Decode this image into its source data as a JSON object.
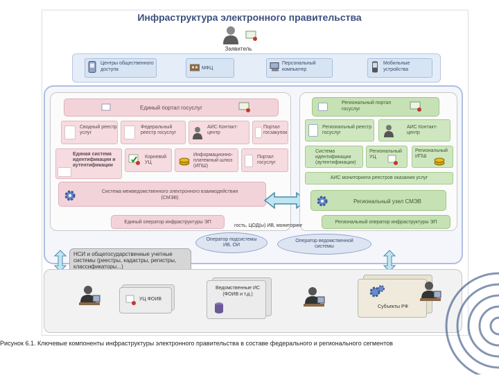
{
  "title": "Инфраструктура электронного правительства",
  "applicant": "Заявитель",
  "access_points": [
    {
      "label": "Центры общественного доступа",
      "icon": "phone-booth-icon"
    },
    {
      "label": "МФЦ",
      "icon": "building-icon"
    },
    {
      "label": "Персональный компьютер",
      "icon": "computer-icon"
    },
    {
      "label": "Мобильные устройства",
      "icon": "mobile-phone-icon"
    }
  ],
  "federal": {
    "portal": "Единый портал госуслуг",
    "boxes_row1": [
      "Сводный реестр услуг",
      "Федеральный реестр госуслуг",
      "АИС Контакт-центр",
      "Портал госзакупок"
    ],
    "boxes_row2": [
      "Единая система идентификации и аутентификации",
      "Корневой УЦ",
      "Информационно-платежный шлюз (ИПШ)",
      "Портал госуслуг"
    ],
    "smev": "Система межведомственного электронного взаимодействия (СМЭВ)",
    "operator": "Единый оператор инфраструктуры ЭП"
  },
  "regional": {
    "portal": "Региональный портал госуслуг",
    "boxes_row1": [
      "Региональный реестр госуслуг",
      "АИС Контакт-центр"
    ],
    "boxes_row2": [
      "Система идентификации (аутентификации)",
      "Региональный УЦ",
      "Региональный ИПШ"
    ],
    "gis": "АИС мониторинга реестров оказания услуг",
    "node": "Региональный узел СМЭВ",
    "operator": "Региональный оператор инфраструктуры ЭП"
  },
  "gov_label": "гость, ЦОД(ы) ИВ, мониторинг",
  "ovals": [
    "Оператор подсистемы ИВ, ОИ",
    "Оператор ведомственной системы"
  ],
  "gray_box": "НСИ и общегосударственные учетные системы (реестры, кадастры, регистры, классификаторы...)",
  "bottom": {
    "ufk": "УЦ ФОИВ",
    "foiv": "Ведомственные ИС (ФОИВ и т.д.)",
    "regional": "Субъекты РФ"
  },
  "caption": "Рисунок 6.1. Ключевые компоненты инфраструктуры электронного правительства в составе федерального и регионального сегментов",
  "colors": {
    "title": "#3c4f7e",
    "pink": "#f6dbe0",
    "green": "#cfe7c0",
    "blue": "#d7e4f4"
  }
}
